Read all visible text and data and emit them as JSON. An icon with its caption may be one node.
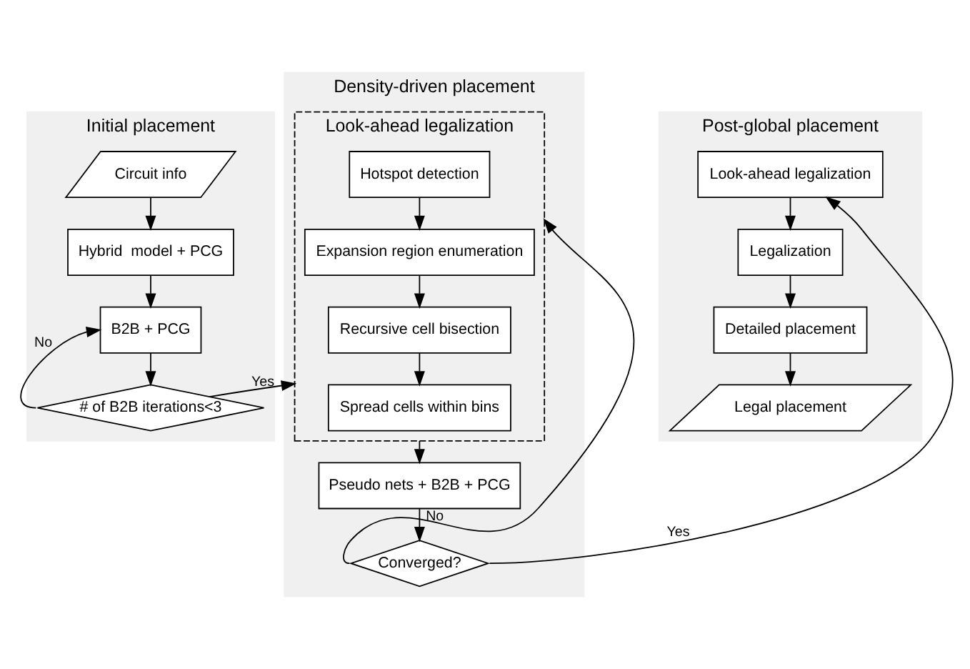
{
  "diagram": {
    "nodes": [
      {
        "text": [
          "Initial placement"
        ]
      },
      {
        "text": [
          "Circuit info"
        ],
        "in": 0
      },
      {
        "text": [
          "Hybrid  model + PCG"
        ],
        "in": 0
      },
      {
        "text": [
          "B2B + PCG"
        ],
        "in": 0
      },
      {
        "text": [
          "# of B2B iterations<3"
        ],
        "in": 0
      },
      {
        "text": [
          "Density-driven placement"
        ]
      },
      {
        "text": [
          "Look-ahead legalization"
        ],
        "in": 5
      },
      {
        "text": [
          "Hotspot detection"
        ],
        "in": 6
      },
      {
        "text": [
          "Expansion region enumeration"
        ],
        "in": 6
      },
      {
        "text": [
          "Recursive cell bisection"
        ],
        "in": 6
      },
      {
        "text": [
          "Spread cells within bins"
        ],
        "in": 6
      },
      {
        "text": [
          "Pseudo nets + B2B + PCG"
        ],
        "in": 5
      },
      {
        "text": [
          "Converged?"
        ],
        "in": 5
      },
      {
        "text": [
          "Post-global placement"
        ]
      },
      {
        "text": [
          "Look-ahead legalization"
        ],
        "in": 13
      },
      {
        "text": [
          "Legalization"
        ],
        "in": 13
      },
      {
        "text": [
          "Detailed placement"
        ],
        "in": 13
      },
      {
        "text": [
          "Legal placement"
        ],
        "in": 13
      }
    ],
    "edges": [
      {
        "from": 1,
        "to": 2,
        "arrow": "to"
      },
      {
        "from": 2,
        "to": 3,
        "arrow": "to"
      },
      {
        "from": 3,
        "to": 4,
        "arrow": "to"
      },
      {
        "from": 4,
        "to": 3,
        "arrow": "to",
        "label": "No"
      },
      {
        "from": 4,
        "to": 6,
        "arrow": "to",
        "label": "Yes"
      },
      {
        "from": 7,
        "to": 8,
        "arrow": "to"
      },
      {
        "from": 8,
        "to": 9,
        "arrow": "to"
      },
      {
        "from": 9,
        "to": 10,
        "arrow": "to"
      },
      {
        "from": 6,
        "to": 11,
        "arrow": "to"
      },
      {
        "from": 11,
        "to": 12,
        "arrow": "to"
      },
      {
        "from": 12,
        "to": 6,
        "arrow": "to",
        "label": "No"
      },
      {
        "from": 12,
        "to": 14,
        "arrow": "to",
        "label": "Yes"
      },
      {
        "from": 14,
        "to": 15,
        "arrow": "to"
      },
      {
        "from": 15,
        "to": 16,
        "arrow": "to"
      },
      {
        "from": 16,
        "to": 17,
        "arrow": "to"
      }
    ]
  }
}
